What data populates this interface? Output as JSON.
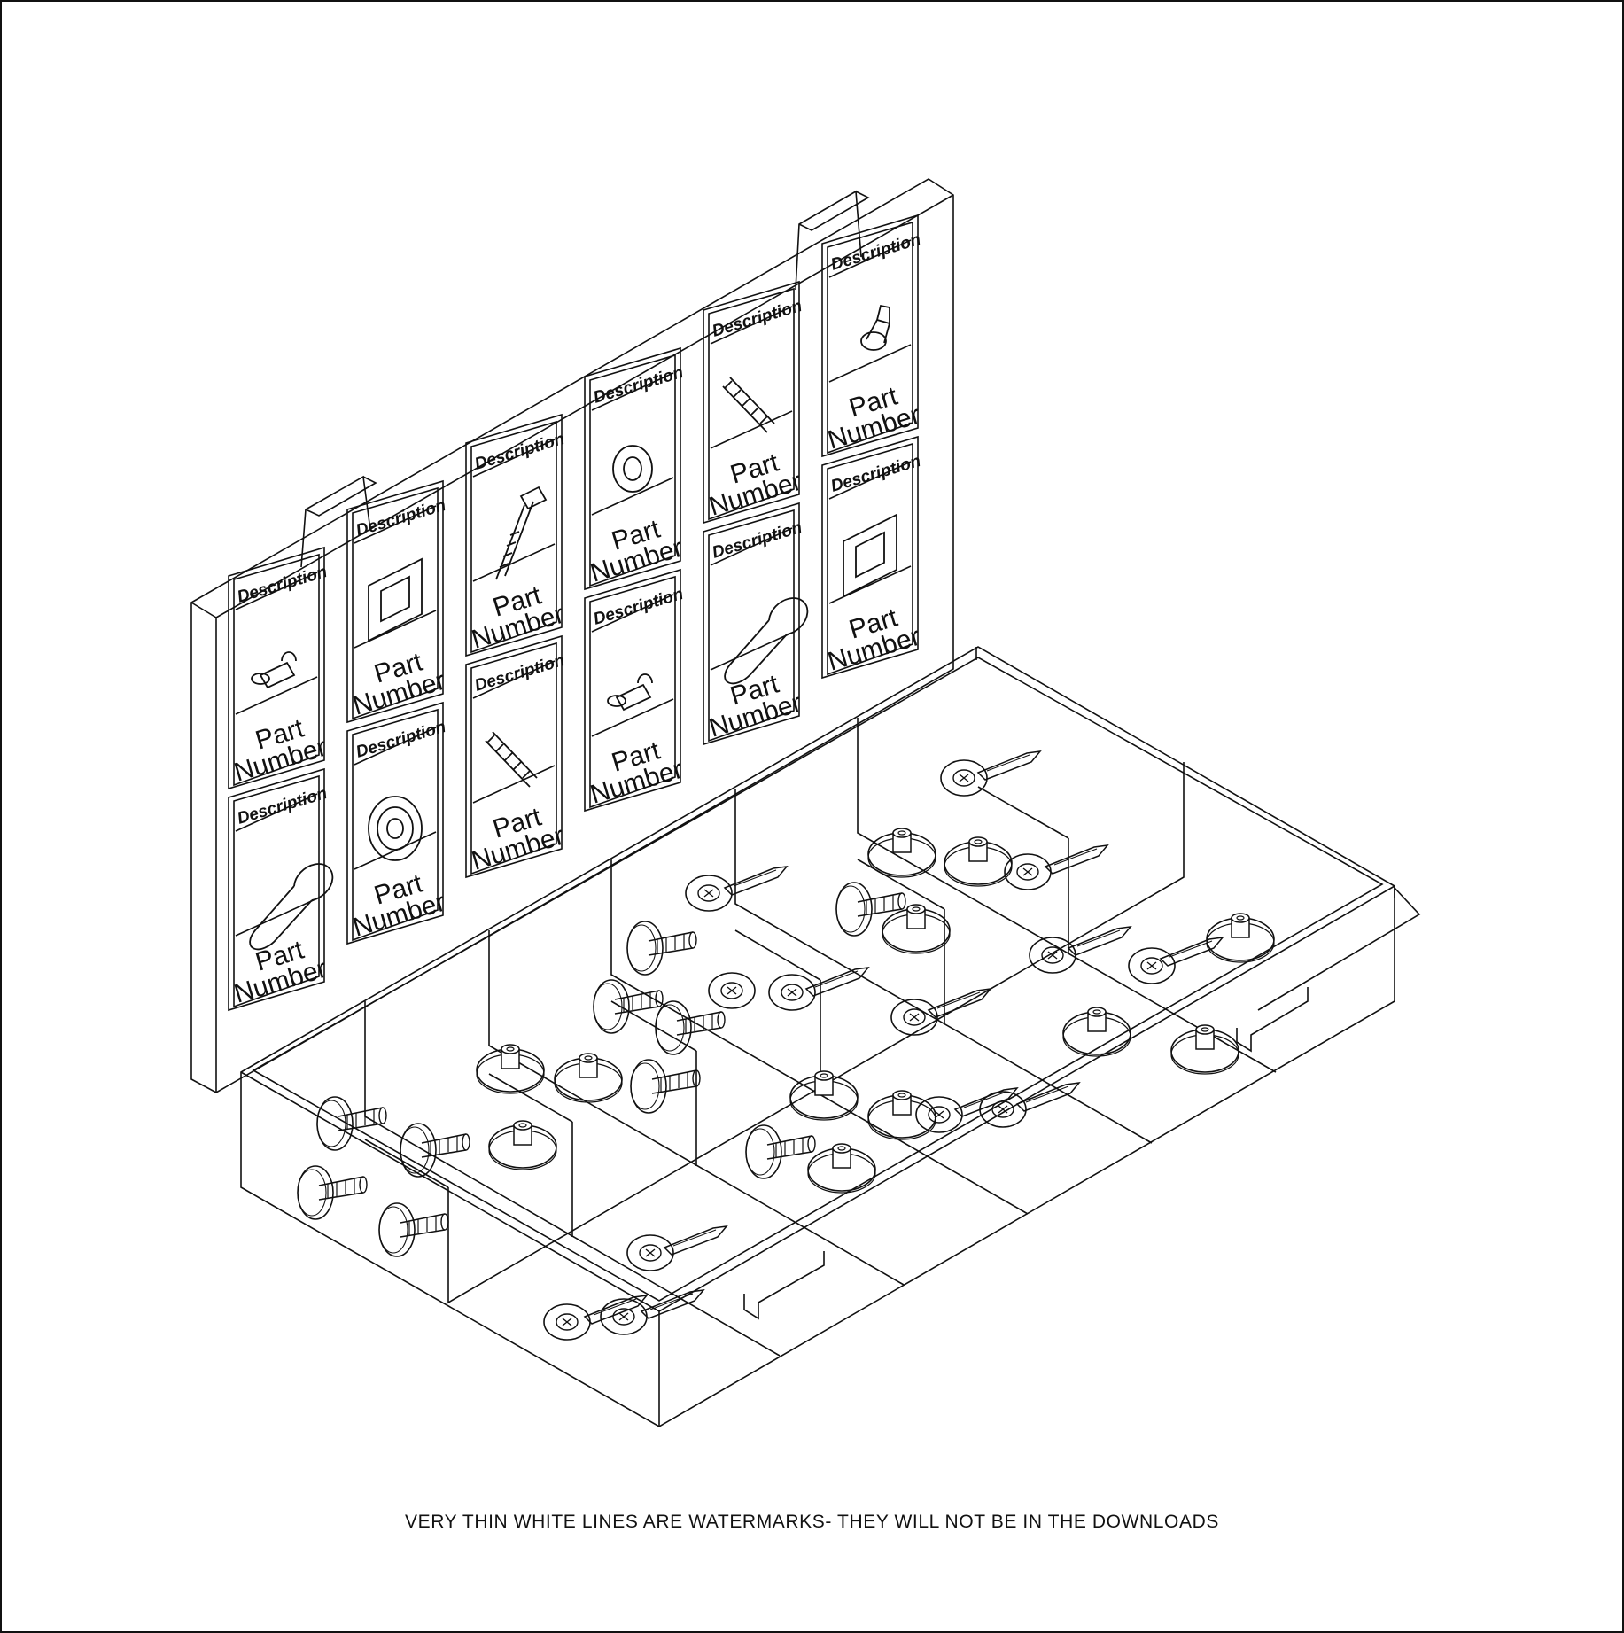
{
  "footer_note": "VERY THIN WHITE LINES ARE WATERMARKS- THEY WILL NOT BE IN THE DOWNLOADS",
  "colors": {
    "line": "#111111",
    "background": "#ffffff"
  },
  "lid_labels": [
    {
      "description": "Description",
      "part": "Part",
      "number": "Number",
      "icon": "elbow-fitting-icon"
    },
    {
      "description": "Description",
      "part": "Part",
      "number": "Number",
      "icon": "square-washer-icon"
    },
    {
      "description": "Description",
      "part": "Part",
      "number": "Number",
      "icon": "hex-bolt-icon"
    },
    {
      "description": "Description",
      "part": "Part",
      "number": "Number",
      "icon": "flat-washer-icon"
    },
    {
      "description": "Description",
      "part": "Part",
      "number": "Number",
      "icon": "threaded-rod-icon"
    },
    {
      "description": "Description",
      "part": "Part",
      "number": "Number",
      "icon": "nozzle-fitting-icon"
    },
    {
      "description": "Description",
      "part": "Part",
      "number": "Number",
      "icon": "round-rivet-icon"
    },
    {
      "description": "Description",
      "part": "Part",
      "number": "Number",
      "icon": "concentric-washer-icon"
    },
    {
      "description": "Description",
      "part": "Part",
      "number": "Number",
      "icon": "threaded-rod-icon"
    },
    {
      "description": "Description",
      "part": "Part",
      "number": "Number",
      "icon": "elbow-fitting-icon"
    },
    {
      "description": "Description",
      "part": "Part",
      "number": "Number",
      "icon": "round-rivet-icon"
    },
    {
      "description": "Description",
      "part": "Part",
      "number": "Number",
      "icon": "square-washer-icon"
    }
  ]
}
